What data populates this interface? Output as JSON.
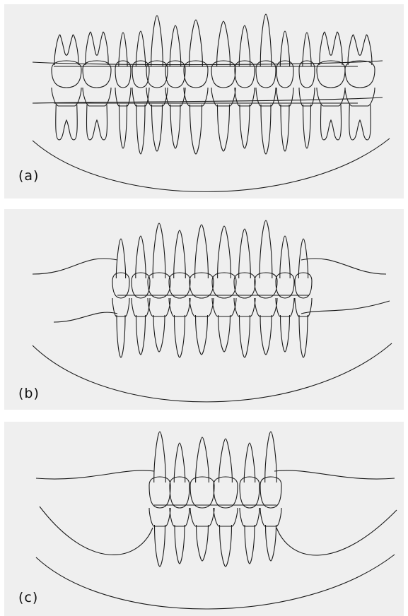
{
  "figure": {
    "panels": [
      {
        "label": "(a)",
        "upper_teeth": 14,
        "lower_teeth": 14
      },
      {
        "label": "(b)",
        "upper_teeth": 10,
        "lower_teeth": 10
      },
      {
        "label": "(c)",
        "upper_teeth": 6,
        "lower_teeth": 6
      }
    ]
  },
  "colors": {
    "panel_background": "#efefef",
    "line": "#1a1a1a"
  }
}
